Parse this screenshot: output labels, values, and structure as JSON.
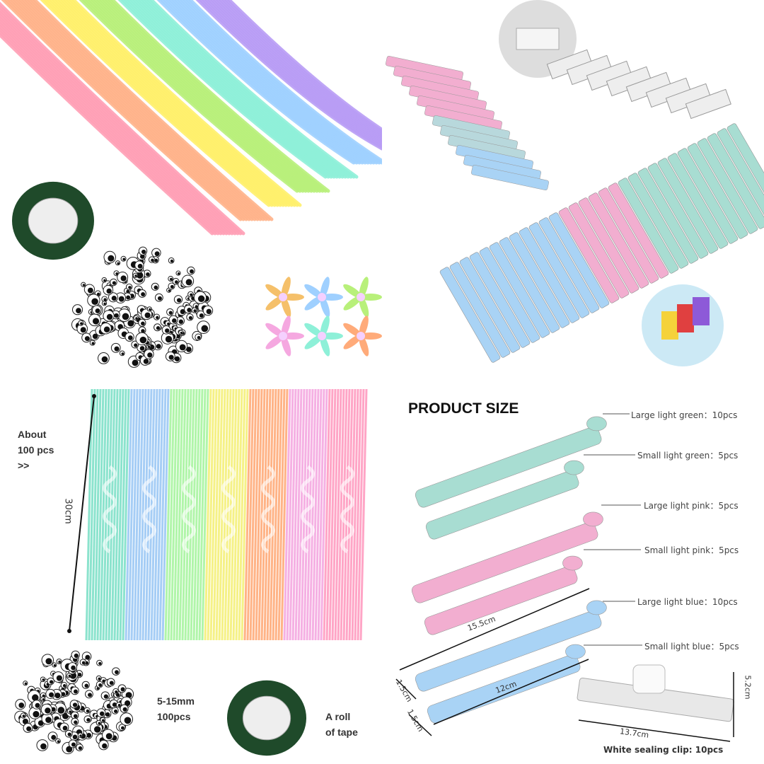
{
  "colors": {
    "pipe_cleaners": [
      "#ff9fb5",
      "#ffb38a",
      "#fff06a",
      "#b8f07a",
      "#8ef0d8",
      "#9fd0ff",
      "#b89cf5"
    ],
    "bundle_colors": [
      "#7fe0c8",
      "#9cc8f5",
      "#a8f5a0",
      "#f5f07a",
      "#ffab7a",
      "#f5a8e0",
      "#ff9cc0"
    ],
    "clip_pink": "#f2aed0",
    "clip_green": "#a8ddd2",
    "clip_blue": "#a9d3f5",
    "clip_white": "#e8e8e8",
    "tape": "#1f4a2a"
  },
  "left_bottom": {
    "about_text": "About",
    "count_text": "100 pcs",
    "arrow_text": ">>",
    "length_label": "30cm",
    "eyes_size": "5-15mm",
    "eyes_count": "100pcs",
    "tape_line1": "A roll",
    "tape_line2": "of tape"
  },
  "product_size": {
    "title": "PRODUCT SIZE",
    "items": [
      {
        "label": "Large light green：10pcs"
      },
      {
        "label": "Small light green：5pcs"
      },
      {
        "label": "Large light pink：5pcs"
      },
      {
        "label": "Small light pink：5pcs"
      },
      {
        "label": "Large light blue：10pcs"
      },
      {
        "label": "Small light blue：5pcs"
      }
    ],
    "dim_large": "15.5cm",
    "dim_small": "12cm",
    "dim_width1": "1.5cm",
    "dim_width2": "1.5cm",
    "white_length": "13.7cm",
    "white_height": "5.2cm",
    "white_label": "White sealing clip: 10pcs"
  }
}
